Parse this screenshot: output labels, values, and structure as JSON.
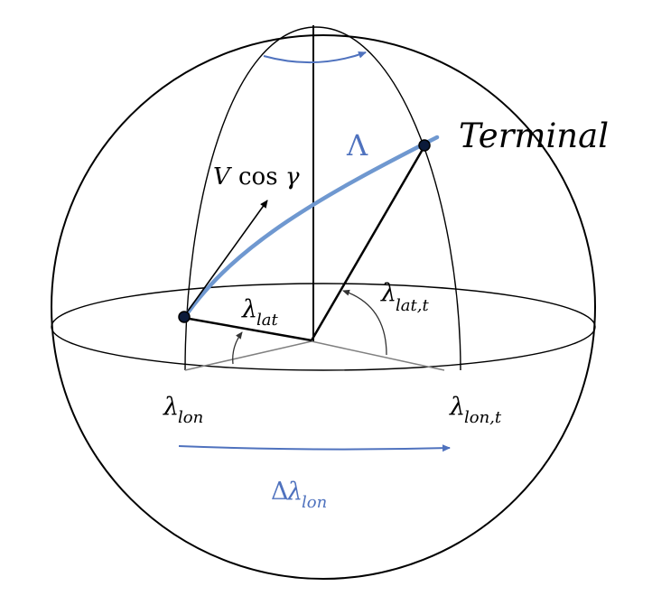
{
  "labels": {
    "terminal": "Terminal",
    "big_lambda": "Λ",
    "v": "V",
    "cos": "cos",
    "gamma": "γ",
    "lambda": "λ",
    "lat": "lat",
    "lat_t": "lat,t",
    "lon": "lon",
    "lon_t": "lon,t",
    "delta": "Δ"
  },
  "colors": {
    "trajectory": "#6f98d0",
    "annotation": "#4f72be",
    "outline": "#000000",
    "projection": "#808080"
  }
}
